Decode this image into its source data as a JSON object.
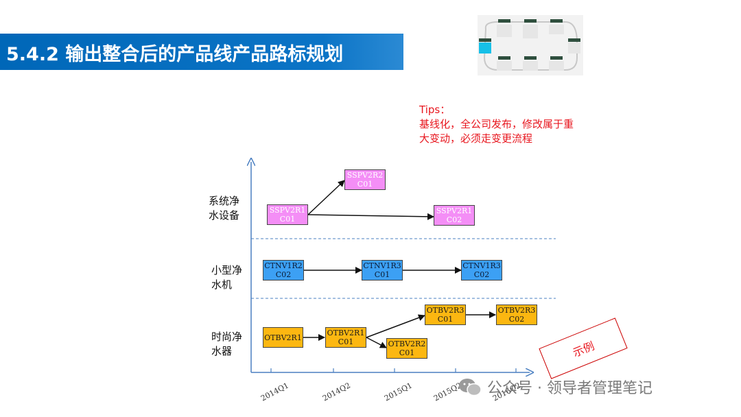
{
  "title": "5.4.2 输出整合后的产品线产品路标规划",
  "tips": {
    "heading": "Tips：",
    "line1": "基线化，全公司发布，修改属于重",
    "line2": "大变动，必须走变更流程"
  },
  "lanes": [
    {
      "line1": "系统净",
      "line2": "水设备"
    },
    {
      "line1": "小型净",
      "line2": "水机"
    },
    {
      "line1": "时尚净",
      "line2": "水器"
    }
  ],
  "boxes": {
    "sspv_r1_c01": {
      "l1": "SSPV2R1",
      "l2": "C01"
    },
    "sspv_r2_c01": {
      "l1": "SSPV2R2",
      "l2": "C01"
    },
    "sspv_r1_c02": {
      "l1": "SSPV2R1",
      "l2": "C02"
    },
    "ctnv_r2_c02": {
      "l1": "CTNV1R2",
      "l2": "C02"
    },
    "ctnv_r3_c01": {
      "l1": "CTNV1R3",
      "l2": "C01"
    },
    "ctnv_r3_c02": {
      "l1": "CTNV1R3",
      "l2": "C02"
    },
    "otbv_r1": {
      "l1": "OTBV2R1",
      "l2": ""
    },
    "otbv_r1_c01": {
      "l1": "OTBV2R1",
      "l2": "C01"
    },
    "otbv_r2_c01": {
      "l1": "OTBV2R2",
      "l2": "C01"
    },
    "otbv_r3_c01": {
      "l1": "OTBV2R3",
      "l2": "C01"
    },
    "otbv_r3_c02": {
      "l1": "OTBV2R3",
      "l2": "C02"
    }
  },
  "x_ticks": [
    "2014Q1",
    "2014Q2",
    "2015Q1",
    "2015Q2",
    "2016Q2"
  ],
  "stamp": "示例",
  "watermark": "公众号 · 领导者管理笔记",
  "colors": {
    "title_bar": "#0067b8",
    "pink": "#f48ef6",
    "blue": "#3ca0f4",
    "orange": "#fcb711",
    "tips": "#e8171f",
    "axis": "#4a7fc1"
  }
}
